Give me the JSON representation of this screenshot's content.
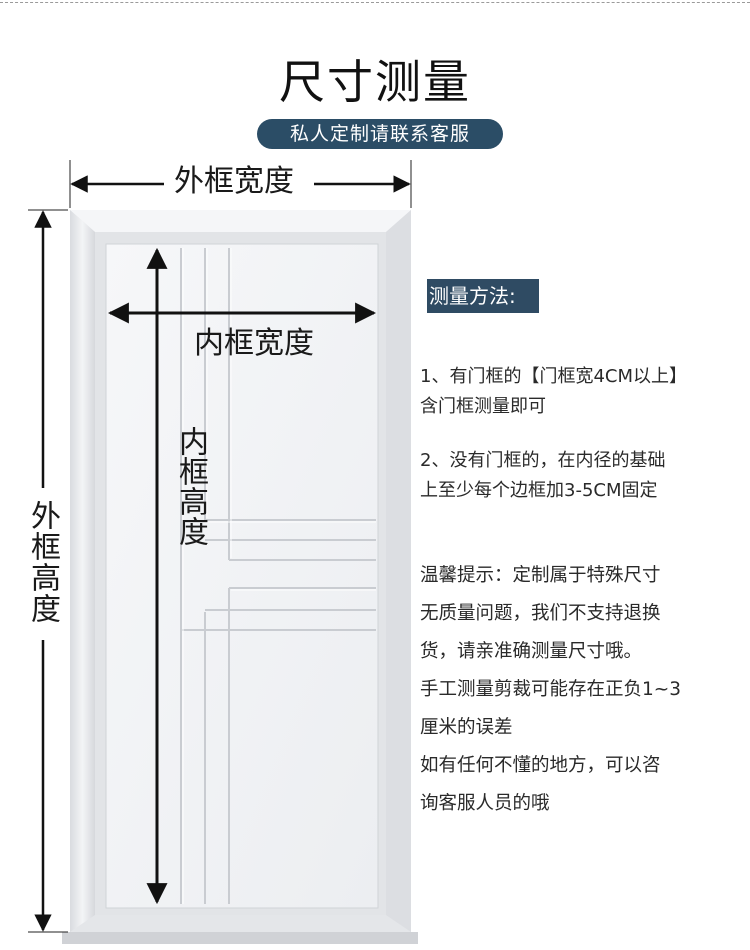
{
  "header": {
    "title": "尺寸测量",
    "subtitle": "私人定制请联系客服"
  },
  "dimensions": {
    "outer_width": "外框宽度",
    "inner_width": "内框宽度",
    "inner_height": "内框高度",
    "outer_height": "外框高度"
  },
  "method": {
    "heading": "测量方法:",
    "step1_line1": "1、有门框的【门框宽4CM以上】",
    "step1_line2": "含门框测量即可",
    "step2_line1": "2、没有门框的，在内径的基础",
    "step2_line2": "上至少每个边框加3-5CM固定"
  },
  "tips": [
    "温馨提示：定制属于特殊尺寸",
    "无质量问题，我们不支持退换",
    "货，请亲准确测量尺寸哦。",
    "手工测量剪裁可能存在正负1~3",
    "厘米的误差",
    "如有任何不懂的地方，可以咨",
    "询客服人员的哦"
  ],
  "colors": {
    "accent": "#2b4d66",
    "door": "#f4f5f7",
    "frame": "#e9eaed",
    "arrow": "#111111"
  }
}
